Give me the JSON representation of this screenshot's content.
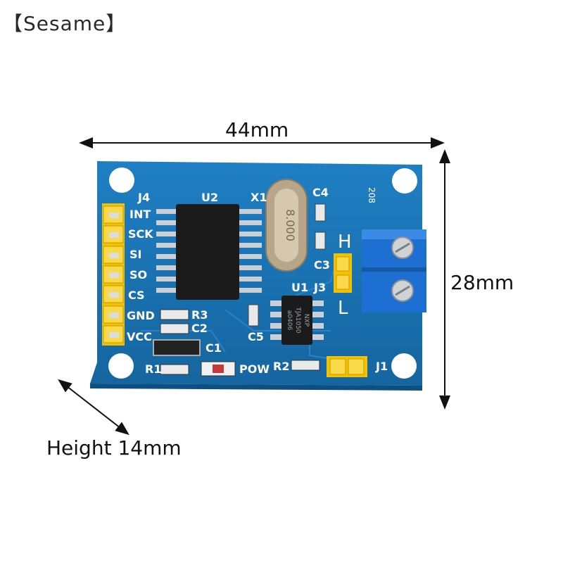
{
  "brand": "【Sesame】",
  "dimensions": {
    "width": "44mm",
    "length": "28mm",
    "height": "Height 14mm"
  },
  "board": {
    "pin_labels": [
      "INT",
      "SCK",
      "SI",
      "SO",
      "CS",
      "GND",
      "VCC"
    ],
    "component_labels": {
      "j4": "J4",
      "u2": "U2",
      "x1": "X1",
      "c4": "C4",
      "code": "208",
      "h": "H",
      "c3": "C3",
      "j3": "J3",
      "u1": "U1",
      "l": "L",
      "r3": "R3",
      "c2": "C2",
      "c5": "C5",
      "c1": "C1",
      "r1": "R1",
      "pow": "POW",
      "r2": "R2",
      "j1": "J1"
    },
    "crystal_text": "8.000",
    "chip_text": [
      "NXP",
      "TJA1050",
      "a0406"
    ],
    "colors": {
      "pcb": "#1a74b8",
      "header": "#f5c400",
      "terminal": "#1d6fd1"
    }
  }
}
